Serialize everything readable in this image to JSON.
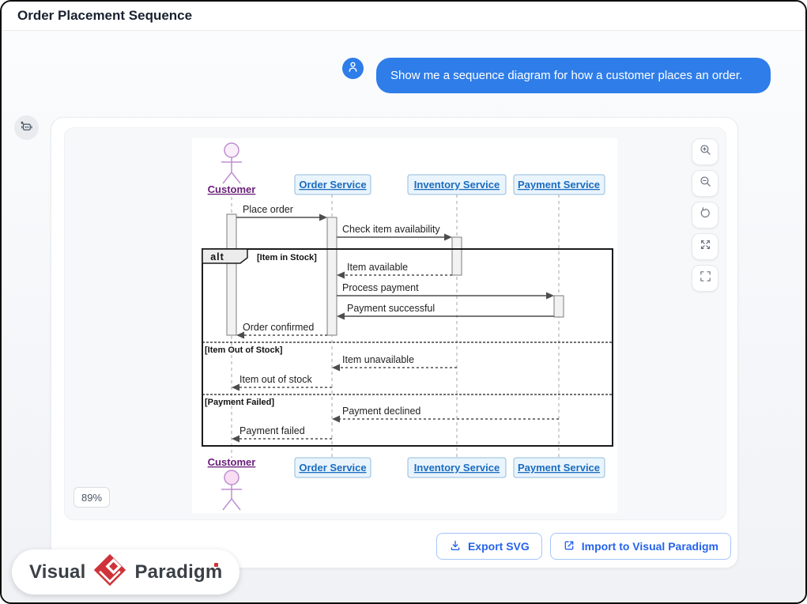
{
  "window": {
    "title": "Order Placement Sequence"
  },
  "chat": {
    "user_message": "Show me a sequence diagram for how a customer places an order.",
    "user_avatar_icon": "person-icon",
    "bot_avatar_icon": "robot-icon",
    "bubble_color": "#2e7de9"
  },
  "viewer": {
    "zoom_badge": "89%",
    "controls": [
      {
        "icon": "zoom-in-icon"
      },
      {
        "icon": "zoom-out-icon"
      },
      {
        "icon": "reset-view-icon"
      },
      {
        "icon": "expand-icon"
      },
      {
        "icon": "fullscreen-icon"
      }
    ]
  },
  "footer": {
    "brand": {
      "word1": "Visual",
      "word2": "Paradigm",
      "logo_icon": "visual-paradigm-diamond-icon"
    },
    "buttons": [
      {
        "label": "Export SVG",
        "icon": "download-icon"
      },
      {
        "label": "Import to Visual Paradigm",
        "icon": "external-link-icon"
      }
    ],
    "accent_color": "#2563eb"
  },
  "diagram": {
    "type": "uml-sequence",
    "participants": [
      {
        "name": "Customer",
        "kind": "actor",
        "color": "#681e79"
      },
      {
        "name": "Order Service",
        "kind": "participant",
        "color": "#1a6cc0"
      },
      {
        "name": "Inventory Service",
        "kind": "participant",
        "color": "#1a6cc0"
      },
      {
        "name": "Payment Service",
        "kind": "participant",
        "color": "#1a6cc0"
      }
    ],
    "messages": [
      {
        "label": "Place order",
        "from": "Customer",
        "to": "Order Service",
        "line": "solid"
      },
      {
        "label": "Check item availability",
        "from": "Order Service",
        "to": "Inventory Service",
        "line": "solid"
      },
      {
        "label": "Item available",
        "from": "Inventory Service",
        "to": "Order Service",
        "line": "dashed"
      },
      {
        "label": "Process payment",
        "from": "Order Service",
        "to": "Payment Service",
        "line": "solid"
      },
      {
        "label": "Payment successful",
        "from": "Payment Service",
        "to": "Order Service",
        "line": "solid"
      },
      {
        "label": "Order confirmed",
        "from": "Order Service",
        "to": "Customer",
        "line": "dashed"
      },
      {
        "label": "Item unavailable",
        "from": "Inventory Service",
        "to": "Order Service",
        "line": "dashed"
      },
      {
        "label": "Item out of stock",
        "from": "Order Service",
        "to": "Customer",
        "line": "dashed"
      },
      {
        "label": "Payment declined",
        "from": "Payment Service",
        "to": "Order Service",
        "line": "dashed"
      },
      {
        "label": "Payment failed",
        "from": "Order Service",
        "to": "Customer",
        "line": "dashed"
      }
    ],
    "fragment": {
      "operator": "alt",
      "sections": [
        {
          "guard": "[Item in Stock]"
        },
        {
          "guard": "[Item Out of Stock]"
        },
        {
          "guard": "[Payment Failed]"
        }
      ]
    }
  }
}
